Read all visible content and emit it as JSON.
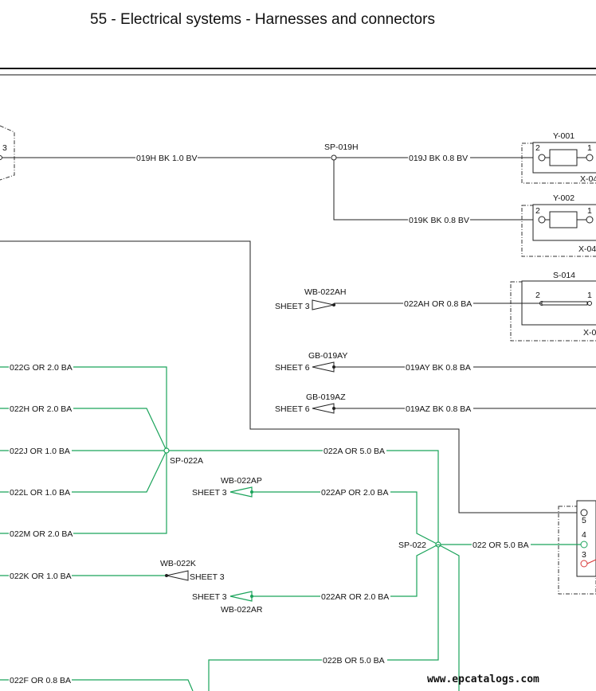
{
  "header": {
    "title": "55 - Electrical systems - Harnesses and connectors"
  },
  "watermark": "www.epcatalogs.com",
  "colors": {
    "black_wire": "#222222",
    "green_wire": "#1aa35a",
    "red_wire": "#d83a3a"
  },
  "left_connector": {
    "pin": "3"
  },
  "splices": {
    "sp_019h": "SP-019H",
    "sp_022a": "SP-022A",
    "sp_022": "SP-022"
  },
  "components": {
    "y001": {
      "name": "Y-001",
      "pin_left": "2",
      "pin_right": "1",
      "connector": "X-04"
    },
    "y002": {
      "name": "Y-002",
      "pin_left": "2",
      "pin_right": "1",
      "connector": "X-04"
    },
    "s014": {
      "name": "S-014",
      "pin_left": "2",
      "pin_right": "1",
      "connector": "X-0"
    },
    "right_conn": {
      "pin_a": "5",
      "pin_b": "4",
      "pin_c": "3"
    }
  },
  "wires": {
    "w019h": "019H BK 1.0 BV",
    "w019j": "019J BK 0.8 BV",
    "w019k": "019K BK 0.8 BV",
    "w022ah": "022AH OR 0.8 BA",
    "w019ay": "019AY BK 0.8 BA",
    "w019az": "019AZ BK 0.8 BA",
    "w022g": "022G OR 2.0 BA",
    "w022h": "022H OR 2.0 BA",
    "w022j": "022J OR 1.0 BA",
    "w022l": "022L OR 1.0 BA",
    "w022m": "022M OR 2.0 BA",
    "w022k": "022K OR 1.0 BA",
    "w022f": "022F OR 0.8 BA",
    "w022a": "022A OR 5.0 BA",
    "w022ap": "022AP OR 2.0 BA",
    "w022ar": "022AR OR 2.0 BA",
    "w022b": "022B OR 5.0 BA",
    "w022": "022 OR 5.0 BA"
  },
  "refs": {
    "wb022ah": {
      "name": "WB-022AH",
      "sheet": "SHEET 3"
    },
    "gb019ay": {
      "name": "GB-019AY",
      "sheet": "SHEET 6"
    },
    "gb019az": {
      "name": "GB-019AZ",
      "sheet": "SHEET 6"
    },
    "wb022ap": {
      "name": "WB-022AP",
      "sheet": "SHEET 3"
    },
    "wb022k": {
      "name": "WB-022K",
      "sheet": "SHEET 3"
    },
    "wb022ar": {
      "name": "WB-022AR",
      "sheet": "SHEET 3"
    }
  }
}
